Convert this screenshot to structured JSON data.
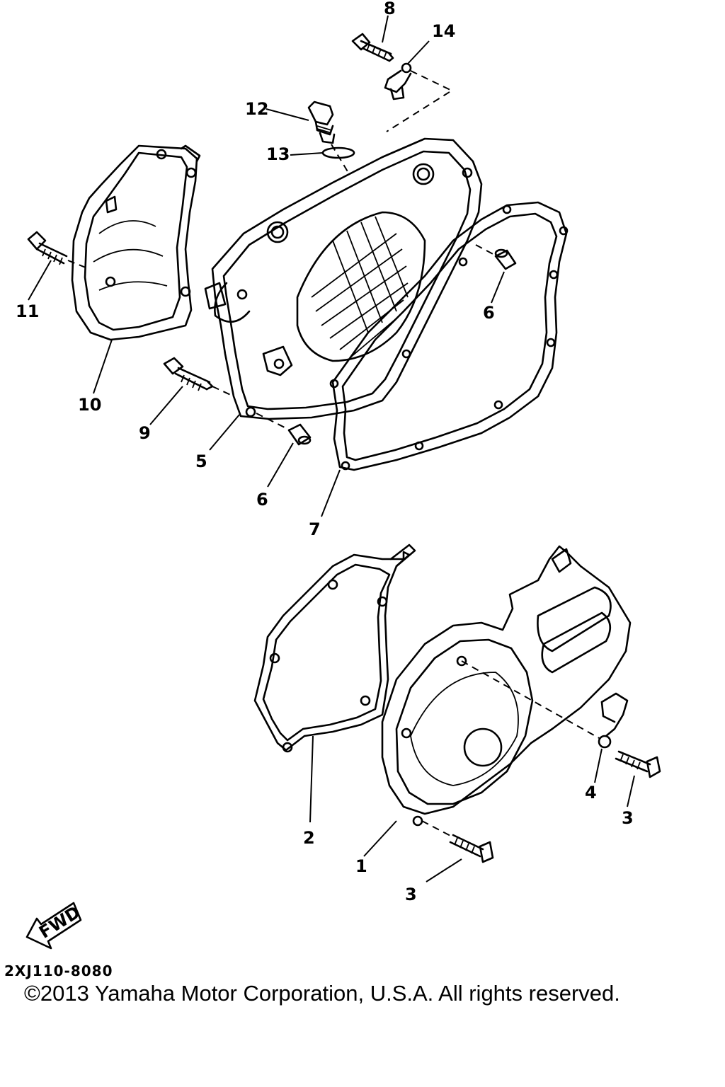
{
  "diagram": {
    "callouts": {
      "c1": "1",
      "c2": "2",
      "c3a": "3",
      "c3b": "3",
      "c4": "4",
      "c5": "5",
      "c6a": "6",
      "c6b": "6",
      "c7": "7",
      "c8": "8",
      "c9": "9",
      "c10": "10",
      "c11": "11",
      "c12": "12",
      "c13": "13",
      "c14": "14"
    },
    "fwd_label": "FWD"
  },
  "footer": {
    "diagram_code": "2XJ110-8080",
    "copyright": "©2013 Yamaha Motor Corporation, U.S.A. All rights reserved."
  }
}
